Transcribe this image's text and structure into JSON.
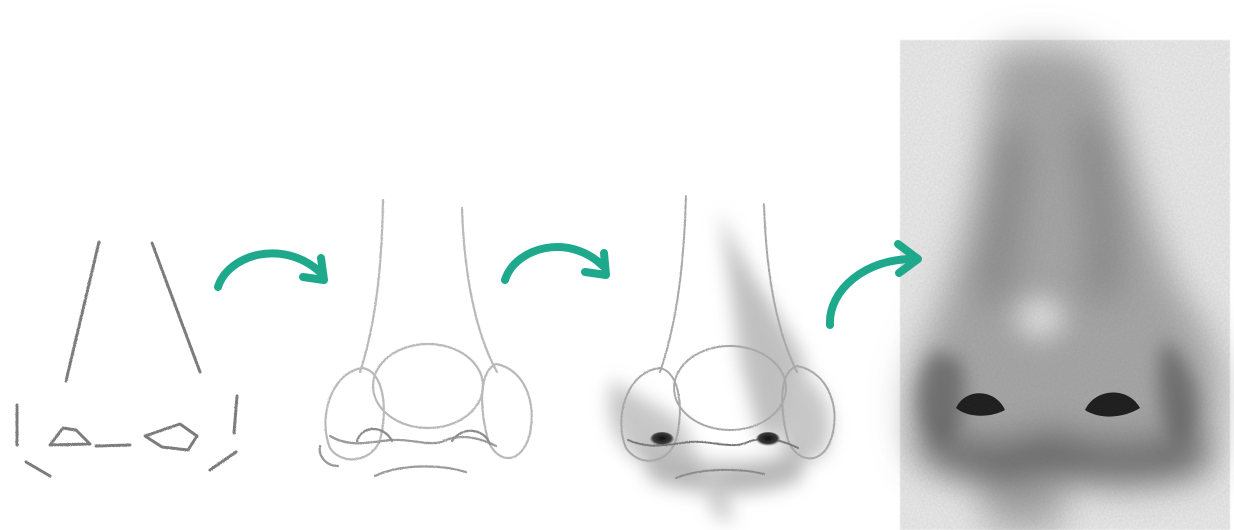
{
  "illustration": {
    "subject": "nose-drawing-tutorial",
    "steps": [
      {
        "name": "construction-lines",
        "style": "light-pencil-guides"
      },
      {
        "name": "refined-shapes",
        "style": "circles-and-wings"
      },
      {
        "name": "initial-shading",
        "style": "soft-graphite-tone"
      },
      {
        "name": "final-render",
        "style": "full-graphite-shading"
      }
    ],
    "arrow_icon": "curved-arrow-icon"
  },
  "colors": {
    "background": "#ffffff",
    "arrow": "#1fa98c",
    "pencil_dark": "#6e6e6e",
    "pencil_light": "#c4c4c4",
    "shade_dark": "#2a2a2a"
  }
}
